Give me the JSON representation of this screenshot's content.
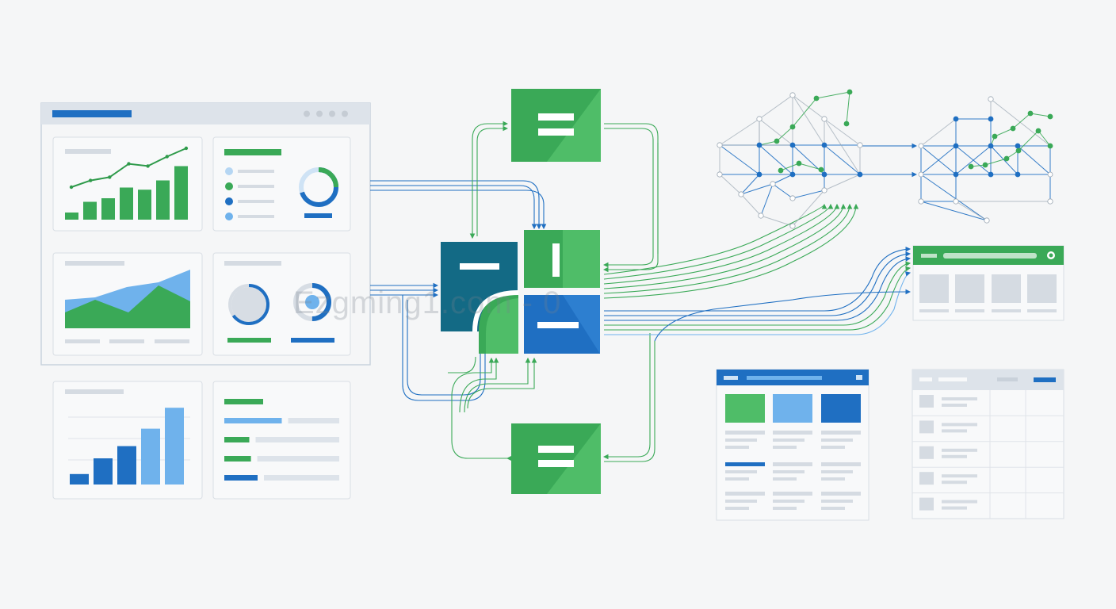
{
  "colors": {
    "background": "#f5f6f7",
    "green": "#3aa957",
    "green_dark": "#2e9a4a",
    "green_light": "#4fbd68",
    "blue": "#1f6fc2",
    "blue_dark": "#16609f",
    "blue_light": "#6fb2ec",
    "teal": "#136a85",
    "gray_placeholder": "#d5dbe2",
    "gray_border": "#d9dee4"
  },
  "watermark": {
    "text": "Ezgming1.com - 0"
  },
  "dashboard": {
    "header_bar_color": "#1f6fc2",
    "window_dots": 4,
    "panels": [
      {
        "kind": "bar-line-combo",
        "bars": [
          0.1,
          0.25,
          0.3,
          0.45,
          0.42,
          0.55,
          0.75
        ],
        "trend": [
          0.3,
          0.42,
          0.48,
          0.72,
          0.68,
          0.85,
          1.0
        ]
      },
      {
        "kind": "legend-donut",
        "legend_colors": [
          "#6fb2ec",
          "#3aa957",
          "#1f6fc2",
          "#6fb2ec"
        ],
        "donut_fill": 0.7
      },
      {
        "kind": "area-chart"
      },
      {
        "kind": "two-donuts",
        "donut_fills": [
          0.65,
          0.5
        ]
      },
      {
        "kind": "bar-chart",
        "bars": [
          0.12,
          0.3,
          0.44,
          0.64,
          0.88
        ]
      },
      {
        "kind": "bar-list",
        "bars": [
          {
            "color": "#3aa957",
            "fill": 0.7
          },
          {
            "color": "#6fb2ec",
            "fill": 0.75
          },
          {
            "color": "#3aa957",
            "fill": 0.45
          },
          {
            "color": "#3aa957",
            "fill": 0.48
          },
          {
            "color": "#1f6fc2",
            "fill": 0.6
          }
        ]
      }
    ]
  },
  "hub": {
    "top_node": "green document node",
    "bottom_node": "green document node",
    "center_tiles": [
      "teal",
      "green",
      "green",
      "blue"
    ]
  },
  "networks": {
    "left": "wireframe 3D network graph",
    "right": "wireframe 3D network graph"
  },
  "right_widgets": {
    "top_card_header": "#3aa957",
    "bottom_left_card_header": "#1f6fc2",
    "bottom_left_tiles": [
      "#4fbd68",
      "#6fb2ec",
      "#1f6fc2"
    ],
    "bottom_right_table_rows": 5
  }
}
